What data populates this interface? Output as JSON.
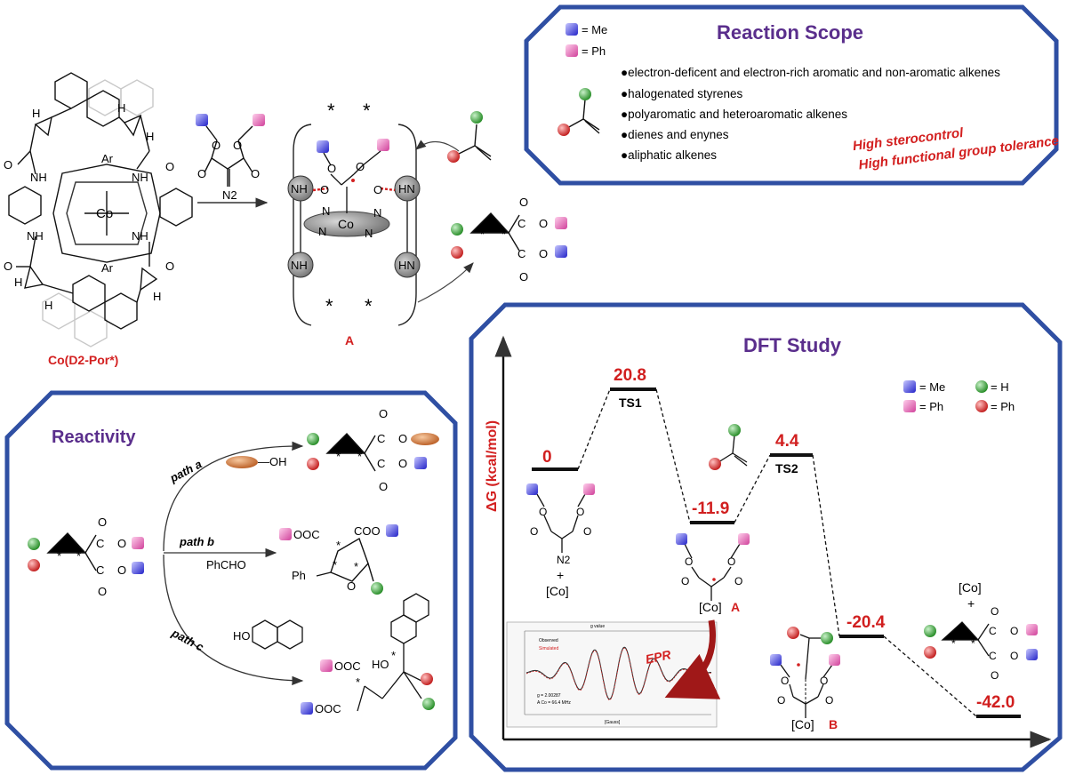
{
  "catalyst": {
    "name": "Co(D2-Por*)",
    "aryl": "Ar",
    "metal": "Co",
    "nh": "NH",
    "hn": "HN",
    "h": "H",
    "o": "O"
  },
  "intermediate": {
    "label": "A",
    "metal": "Co",
    "nh": "NH",
    "hn": "HN",
    "star": "*",
    "n": "N",
    "n2": "N",
    "o": "O",
    "n2_label": "N2"
  },
  "scope": {
    "title": "Reaction Scope",
    "legend_me": "= Me",
    "legend_ph": "= Ph",
    "items": [
      "●electron-deficent and electron-rich aromatic and non-aromatic alkenes",
      "●halogenated styrenes",
      "●polyaromatic and heteroaromatic alkenes",
      "●dienes and enynes",
      "●aliphatic alkenes"
    ],
    "highlight1": "High  sterocontrol",
    "highlight2": "High functional group tolerance"
  },
  "reactivity": {
    "title": "Reactivity",
    "path_a": "path a",
    "path_b": "path b",
    "path_c": "path c",
    "reagent_a": "—OH",
    "reagent_b": "PhCHO",
    "reagent_c": "HO",
    "ooc": "OOC",
    "coo": "COO",
    "ph": "Ph",
    "o": "O",
    "c": "C",
    "ho": "HO"
  },
  "dft": {
    "title": "DFT Study",
    "ylabel": "ΔG (kcal/mol)",
    "legend": {
      "me": "= Me",
      "ph": "= Ph",
      "h": "= H",
      "ph2": "= Ph"
    },
    "levels": [
      {
        "value": "0"
      },
      {
        "value": "20.8",
        "name": "TS1"
      },
      {
        "value": "-11.9"
      },
      {
        "value": "4.4",
        "name": "TS2"
      },
      {
        "value": "-20.4"
      },
      {
        "value": "-42.0"
      }
    ],
    "co": "[Co]",
    "plus": "+",
    "label_a": "A",
    "label_b": "B",
    "epr": "EPR",
    "epr_obs": "Observed",
    "epr_sim": "Simulated",
    "epr_g": "g = 2.00287",
    "epr_a": "A Co = 66.4 MHz",
    "epr_top": "g value",
    "epr_x": "[Gauss]"
  },
  "colors": {
    "frame": "#2f4fa3",
    "blue_cube": "#3a3ae0",
    "pink_cube": "#e060b0",
    "green_ball": "#3aa83a",
    "red_ball": "#d43030",
    "energy_red": "#d11f1f",
    "title_purple": "#5a2e8c"
  }
}
